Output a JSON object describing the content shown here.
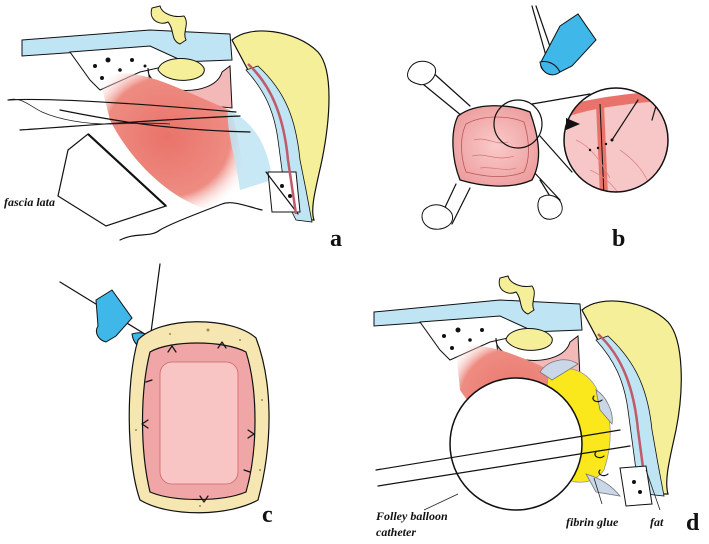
{
  "colors": {
    "csf_blue": "#bfe4f3",
    "tissue_red": "#e9736a",
    "mucosa_pink": "#f3b8b8",
    "bone_yellow": "#f6ef9a",
    "fat_yellow": "#fbe81c",
    "fascia_beige": "#f6e6b2",
    "instrument_blue": "#3fb7e8",
    "line": "#111111"
  },
  "panels": {
    "a": {
      "letter": "a",
      "label_fascia": "fascia lata"
    },
    "b": {
      "letter": "b"
    },
    "c": {
      "letter": "c"
    },
    "d": {
      "letter": "d",
      "label_balloon_1": "Folley balloon",
      "label_balloon_2": "catheter",
      "label_glue": "fibrin glue",
      "label_fat": "fat"
    }
  }
}
